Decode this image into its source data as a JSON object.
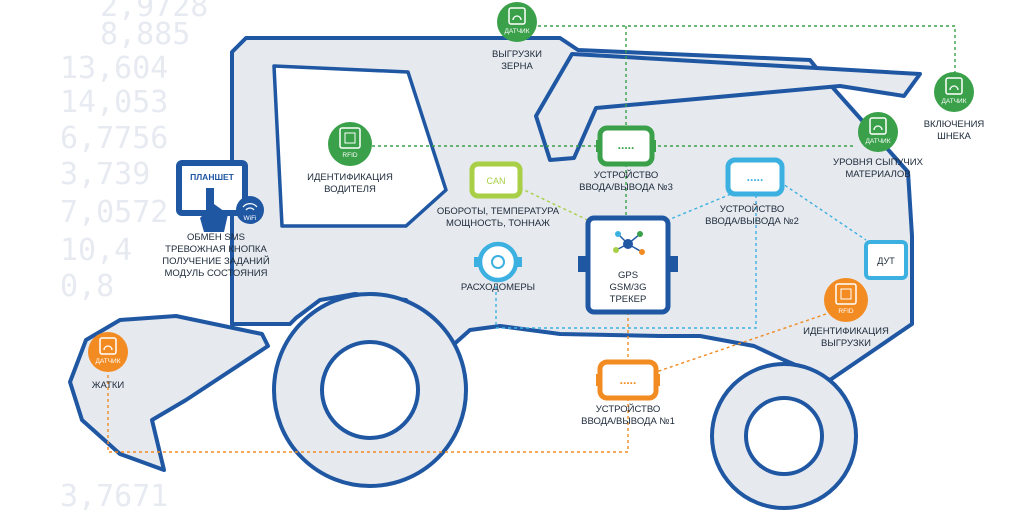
{
  "background_numbers": [
    "2,9728",
    "8,885",
    "13,604",
    "14,053",
    "6,7756",
    "3,739",
    "7,0572",
    "10,4",
    "0,8",
    "3,7671"
  ],
  "colors": {
    "truck_fill": "#e6e9ee",
    "truck_outline": "#1f57a3",
    "green": "#3aa049",
    "lime": "#a8cf45",
    "blue": "#3cb1e1",
    "orange": "#f28b22",
    "navy": "#1f57a3"
  },
  "icons": {
    "sensor_label": "ДАТЧИК",
    "rfid_label": "RFID",
    "can_label": "CAN",
    "wifi_label": "WiFi",
    "dut_label": "ДУТ",
    "tablet_label": "ПЛАНШЕТ",
    "io_dots": "....."
  },
  "labels": {
    "grain_unload": [
      "ВЫГРУЗКИ",
      "ЗЕРНА"
    ],
    "auger": [
      "ВКЛЮЧЕНИЯ",
      "ШНЕКА"
    ],
    "bulk_level": [
      "УРОВНЯ СЫПУЧИХ",
      "МАТЕРИАЛОВ"
    ],
    "driver_id": [
      "ИДЕНТИФИКАЦИЯ",
      "ВОДИТЕЛЯ"
    ],
    "io3": [
      "УСТРОЙСТВО",
      "ВВОДА/ВЫВОДА №3"
    ],
    "io2": [
      "УСТРОЙСТВО",
      "ВВОДА/ВЫВОДА №2"
    ],
    "io1": [
      "УСТРОЙСТВО",
      "ВВОДА/ВЫВОДА №1"
    ],
    "can": [
      "ОБОРОТЫ, ТЕМПЕРАТУРА",
      "МОЩНОСТЬ, ТОННАЖ"
    ],
    "tablet": [
      "ОБМЕН SMS",
      "ТРЕВОЖНАЯ КНОПКА",
      "ПОЛУЧЕНИЕ ЗАДАНИЙ",
      "МОДУЛЬ СОСТОЯНИЯ"
    ],
    "flowmeters": [
      "РАСХОДОМЕРЫ"
    ],
    "tracker": [
      "GPS",
      "GSM/3G",
      "ТРЕКЕР"
    ],
    "unload_id": [
      "ИДЕНТИФИКАЦИЯ",
      "ВЫГРУЗКИ"
    ],
    "headers": [
      "ЖАТКИ"
    ]
  }
}
